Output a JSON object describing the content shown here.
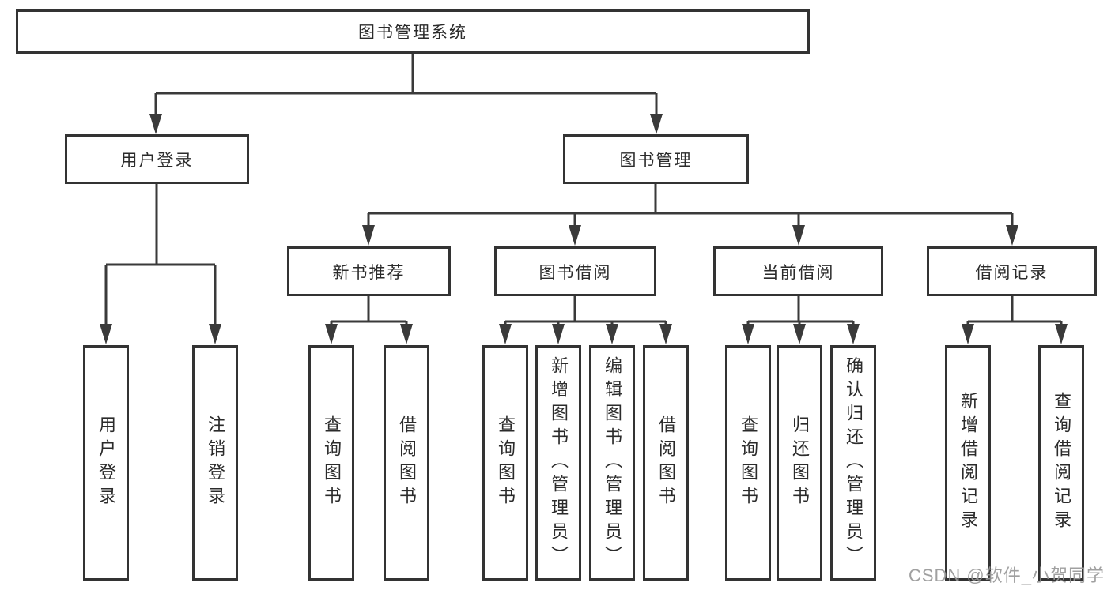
{
  "diagram_title": "图书管理系统",
  "tree": {
    "label": "图书管理系统",
    "children": [
      {
        "label": "用户登录",
        "children": [
          {
            "label": "用户登录"
          },
          {
            "label": "注销登录"
          }
        ]
      },
      {
        "label": "图书管理",
        "children": [
          {
            "label": "新书推荐",
            "children": [
              {
                "label": "查询图书"
              },
              {
                "label": "借阅图书"
              }
            ]
          },
          {
            "label": "图书借阅",
            "children": [
              {
                "label": "查询图书"
              },
              {
                "label": "新增图书（管理员）"
              },
              {
                "label": "编辑图书（管理员）"
              },
              {
                "label": "借阅图书"
              }
            ]
          },
          {
            "label": "当前借阅",
            "children": [
              {
                "label": "查询图书"
              },
              {
                "label": "归还图书"
              },
              {
                "label": "确认归还（管理员）"
              }
            ]
          },
          {
            "label": "借阅记录",
            "children": [
              {
                "label": "新增借阅记录"
              },
              {
                "label": "查询借阅记录"
              }
            ]
          }
        ]
      }
    ]
  },
  "watermark": {
    "text": "CSDN @软件_小贺同学"
  },
  "colors": {
    "background": "#ffffff",
    "box_border": "#333333",
    "connector_line": "#3a3a3a",
    "text": "#2b2b2b",
    "watermark": "#989898"
  }
}
